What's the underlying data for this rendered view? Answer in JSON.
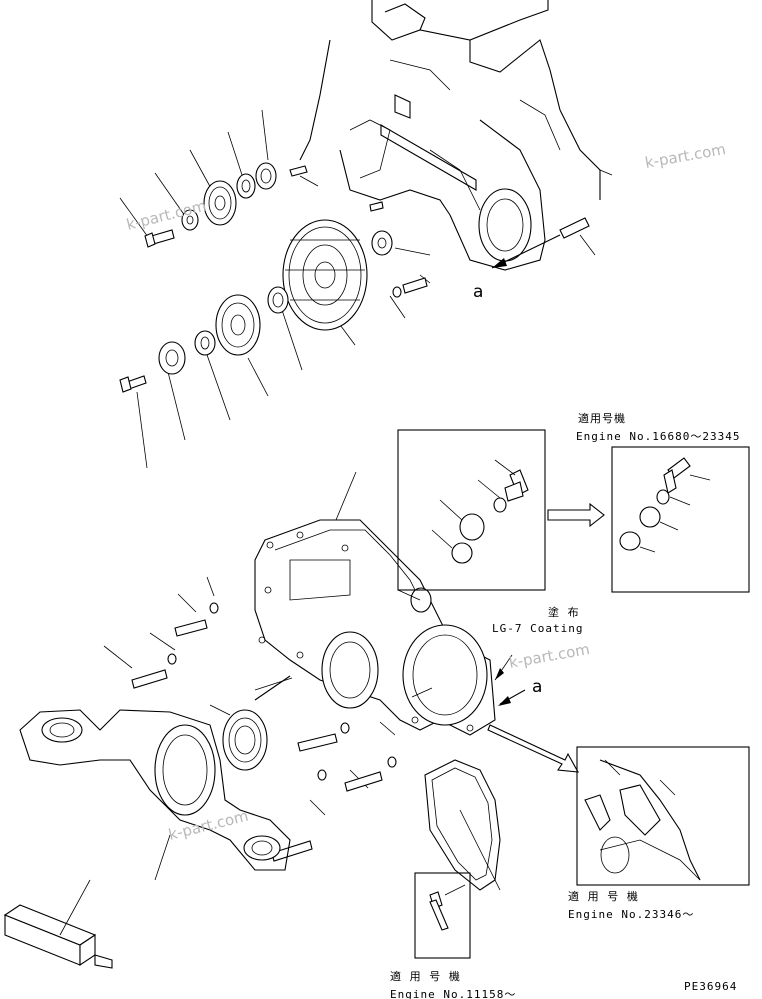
{
  "watermark": "k-part.com",
  "callout_a": "a",
  "variants": {
    "top": {
      "applies_to": "適用号機",
      "engine_range": "Engine No.16680～23345"
    },
    "bottom_right": {
      "applies_to": "適 用 号 機",
      "engine_range": "Engine No.23346～"
    },
    "bottom_center": {
      "applies_to": "適 用 号 機",
      "engine_range": "Engine No.11158～"
    }
  },
  "coating": {
    "label_jp": "塗 布",
    "label_en": "LG-7 Coating"
  },
  "drawing_code": "PE36964"
}
